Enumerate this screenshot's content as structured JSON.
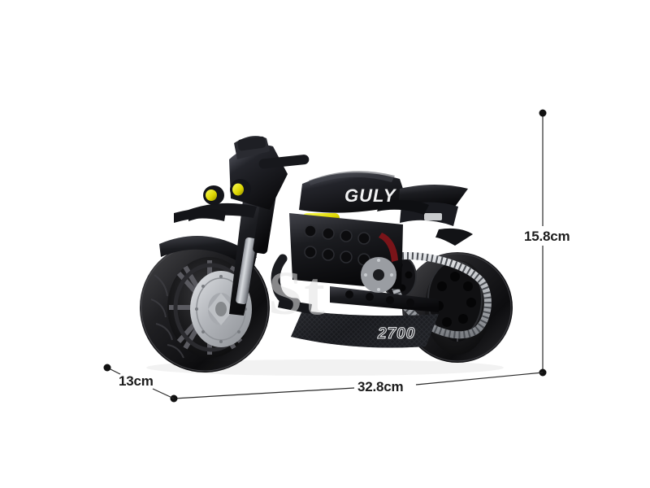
{
  "scene": {
    "background_color": "#ffffff",
    "subject": "black building-block technic motorcycle model, three-quarter front-left view",
    "watermark_text": "St"
  },
  "product_markings": {
    "tank_logo": "GULY",
    "bellypan_number": "2700",
    "tail_badge": "",
    "accent_color": "#e8e400",
    "body_color": "#111111",
    "metal_color": "#b9bcc0",
    "exhaust_accent_color": "#7a1419"
  },
  "dimensions": {
    "height": {
      "label": "15.8cm",
      "value": 15.8,
      "unit": "cm",
      "orientation": "vertical"
    },
    "length": {
      "label": "32.8cm",
      "value": 32.8,
      "unit": "cm",
      "orientation": "horizontal"
    },
    "depth": {
      "label": "13cm",
      "value": 13,
      "unit": "cm",
      "orientation": "diagonal"
    }
  },
  "annotation_style": {
    "line_color": "#2b2b2b",
    "dot_color": "#111111",
    "line_width": 1.2
  }
}
